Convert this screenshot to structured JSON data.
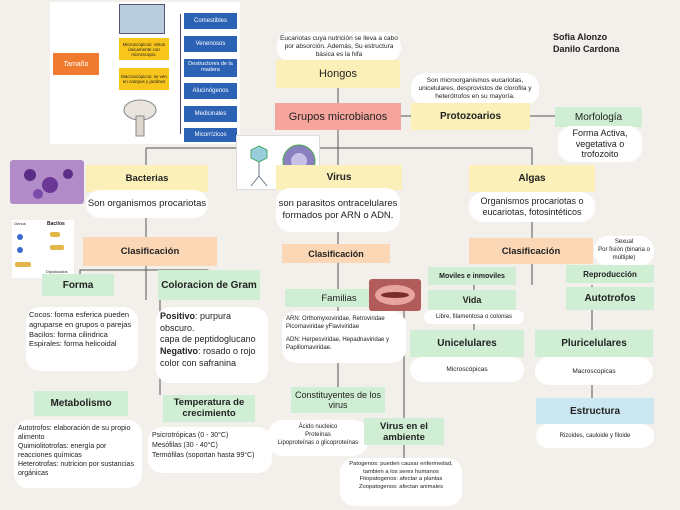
{
  "authors": {
    "name1": "Sofia Alonzo",
    "name2": "Danilo Cardona"
  },
  "center": {
    "title": "Grupos microbianos"
  },
  "hongos": {
    "title": "Hongos",
    "description": "Eucariotas cuya nutrición se lleva a cabo por absorción. Además, Su estructura básica es la hifa",
    "image": {
      "tamano": "Tamaño",
      "micro": "Microscópicos: vistos únicamente con microscopio.",
      "macro": "Macroscópicos: se ven en campos y jardines",
      "tipos": [
        "Comestibles",
        "Venenosos",
        "Destructores de la madera",
        "Alucinógenos",
        "Medicinales",
        "Micorrízicos"
      ]
    }
  },
  "protozoarios": {
    "title": "Protozoarios",
    "description": "Son microorganismos eucariotas, unicelulares, desprovistos de clorofila y heterótrofos en su mayoría.",
    "morfologia": {
      "title": "Morfología",
      "text": "Forma Activa, vegetativa o trofozoito"
    }
  },
  "bacterias": {
    "title": "Bacterias",
    "description": "Son organismos procariotas",
    "image_labels": {
      "genus": "Genus",
      "bacilos": "Bacilos",
      "diplobacilos": "Diplobacilos"
    },
    "clasificacion": "Clasificación",
    "forma": {
      "title": "Forma",
      "text": "Cocos: forma esferica pueden agruparse en grupos o parejas\nBacilos: forma cilindrica\nEspirales: forma helicoidal"
    },
    "gram": {
      "title": "Coloracion de Gram",
      "positivo_label": "Positivo",
      "positivo_text": ": purpura obscuro.",
      "capa": "capa de peptidoglucano",
      "negativo_label": "Negativo",
      "negativo_text": ": rosado o rojo color con safranina"
    },
    "metabolismo": {
      "title": "Metabolismo",
      "text": "Autotrofos: elaboración de su propio alimento\nQuimiolitotrofas: energía por reacciones químicas\nHeterotrofas: nutricion por sustancias orgánicas"
    },
    "temperatura": {
      "title": "Temperatura de crecimiento",
      "text": "Psicrotrópicas (0 - 30°C)\nMesófilas (30 - 40°C)\nTermófilas (soportan hasta 99°C)"
    }
  },
  "virus": {
    "title": "Virus",
    "description": "son parasitos ontracelulares formados por ARN o ADN.",
    "clasificacion": "Clasificación",
    "familias": {
      "title": "Familias",
      "arn": "ARN: Orthomyxoviridae, Retroviridae Picornaviridae yFlaviviridae",
      "adn": "ADN: Herpesviridae, Hepadnaviridae y Papillomaviridae."
    },
    "constituyentes": {
      "title": "Constituyentes de los virus",
      "text": "Ácido nucleico\nProteínas\nLipoproteínas o glicoproteínas"
    },
    "ambiente": {
      "title": "Virus en el ambiente",
      "text": "Patogenos: pueden causar enfermedad, tambien a los seres humanos\nFitopatogenos: afectar a plantas\nZoopatogenos: afectan animales"
    }
  },
  "algas": {
    "title": "Algas",
    "description": "Organismos procariotas o eucariotas, fotosintéticos",
    "clasificacion": "Clasificación",
    "sexual": "Sexual\nPor fisión (binaria o múltiple)",
    "moviles": "Moviles e inmoviles",
    "reproduccion": "Reproducción",
    "vida": "Vida",
    "vida_text": "Libre, filamentosa o colonias",
    "autotrofos": "Autotrofos",
    "unicelulares": {
      "title": "Unicelulares",
      "text": "Microscópicas"
    },
    "pluricelulares": {
      "title": "Pluricelulares",
      "text": "Macroscopicas"
    },
    "estructura": {
      "title": "Estructura",
      "text": "Rizoides, cauloide y filoide"
    }
  }
}
